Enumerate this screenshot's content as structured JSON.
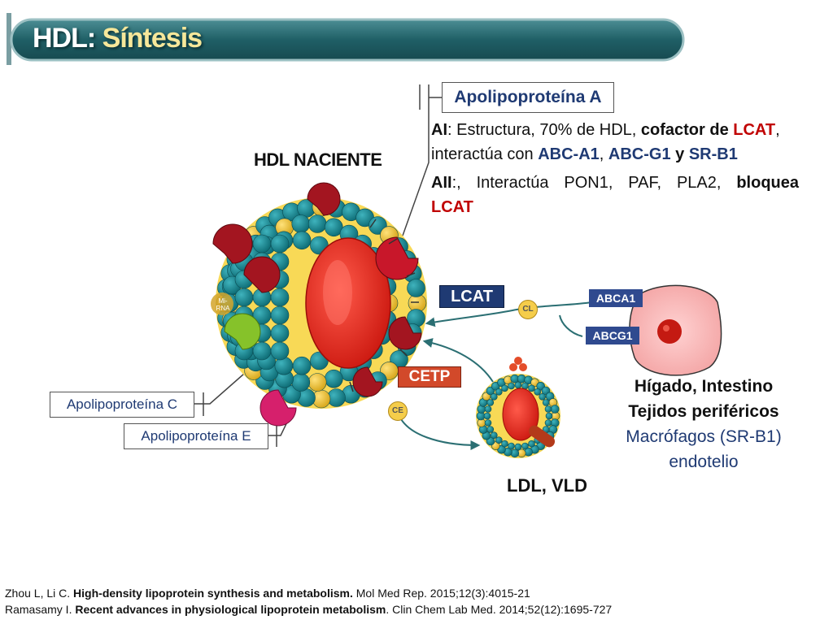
{
  "title": {
    "prefix": "HDL: ",
    "accent": "Síntesis"
  },
  "hdl_label": "HDL NACIENTE",
  "apo_a": {
    "label": "Apolipoproteína A"
  },
  "apo_c": {
    "label": "Apolipoproteína C"
  },
  "apo_e": {
    "label": "Apolipoproteína E"
  },
  "ai_text": {
    "p1": "AI",
    "p2": ": Estructura, 70% de HDL, ",
    "p3": "cofactor de ",
    "p4": "LCAT",
    "p5": ", interactúa con ",
    "p6": "ABC-A1",
    "p7": ", ",
    "p8": "ABC-G1",
    "p9": " y ",
    "p10": "SR-B1"
  },
  "aii_text": {
    "p1": "AII",
    "p2": ":, Interactúa PON1, PAF, PLA2, ",
    "p3": "bloquea",
    "p4": "LCAT"
  },
  "tags": {
    "lcat": "LCAT",
    "cetp": "CETP",
    "abca1": "ABCA1",
    "abcg1": "ABCG1",
    "cl": "CL",
    "ce": "CE",
    "mirna": "Mi-RNA"
  },
  "tissue": {
    "line1": "Hígado, Intestino",
    "line2": "Tejidos periféricos",
    "line3": "Macrófagos (SR-B1)",
    "line4": "endotelio"
  },
  "ldl_label": "LDL, VLD",
  "references": [
    {
      "authors": "Zhou L, Li C. ",
      "title": "High-density lipoprotein synthesis and metabolism.",
      "source": " Mol Med Rep. 2015;12(3):4015-21"
    },
    {
      "authors": "Ramasamy I. ",
      "title": "Recent advances in physiological lipoprotein metabolism",
      "source": ". Clin Chem Lab Med. 2014;52(12):1695-727"
    }
  ],
  "colors": {
    "title_bar": "#1f5f66",
    "accent": "#f6e79a",
    "navy": "#1f3a73",
    "red": "#c00000",
    "cetp": "#d2492a"
  }
}
